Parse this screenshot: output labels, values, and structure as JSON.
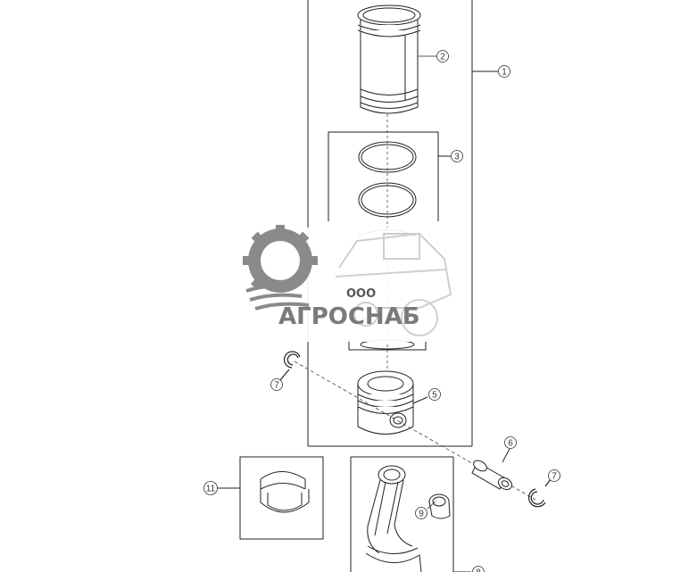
{
  "callouts": {
    "c1": "1",
    "c2": "2",
    "c3": "3",
    "c5": "5",
    "c6": "6",
    "c7a": "7",
    "c7b": "7",
    "c8": "8",
    "c9": "9",
    "c11": "11"
  },
  "watermark": {
    "prefix": "ООО",
    "name": "АГРОСНАБ"
  },
  "colors": {
    "line": "#222222",
    "watermark_gray": "#8a8a8a",
    "watermark_light": "#cfcfcf"
  }
}
